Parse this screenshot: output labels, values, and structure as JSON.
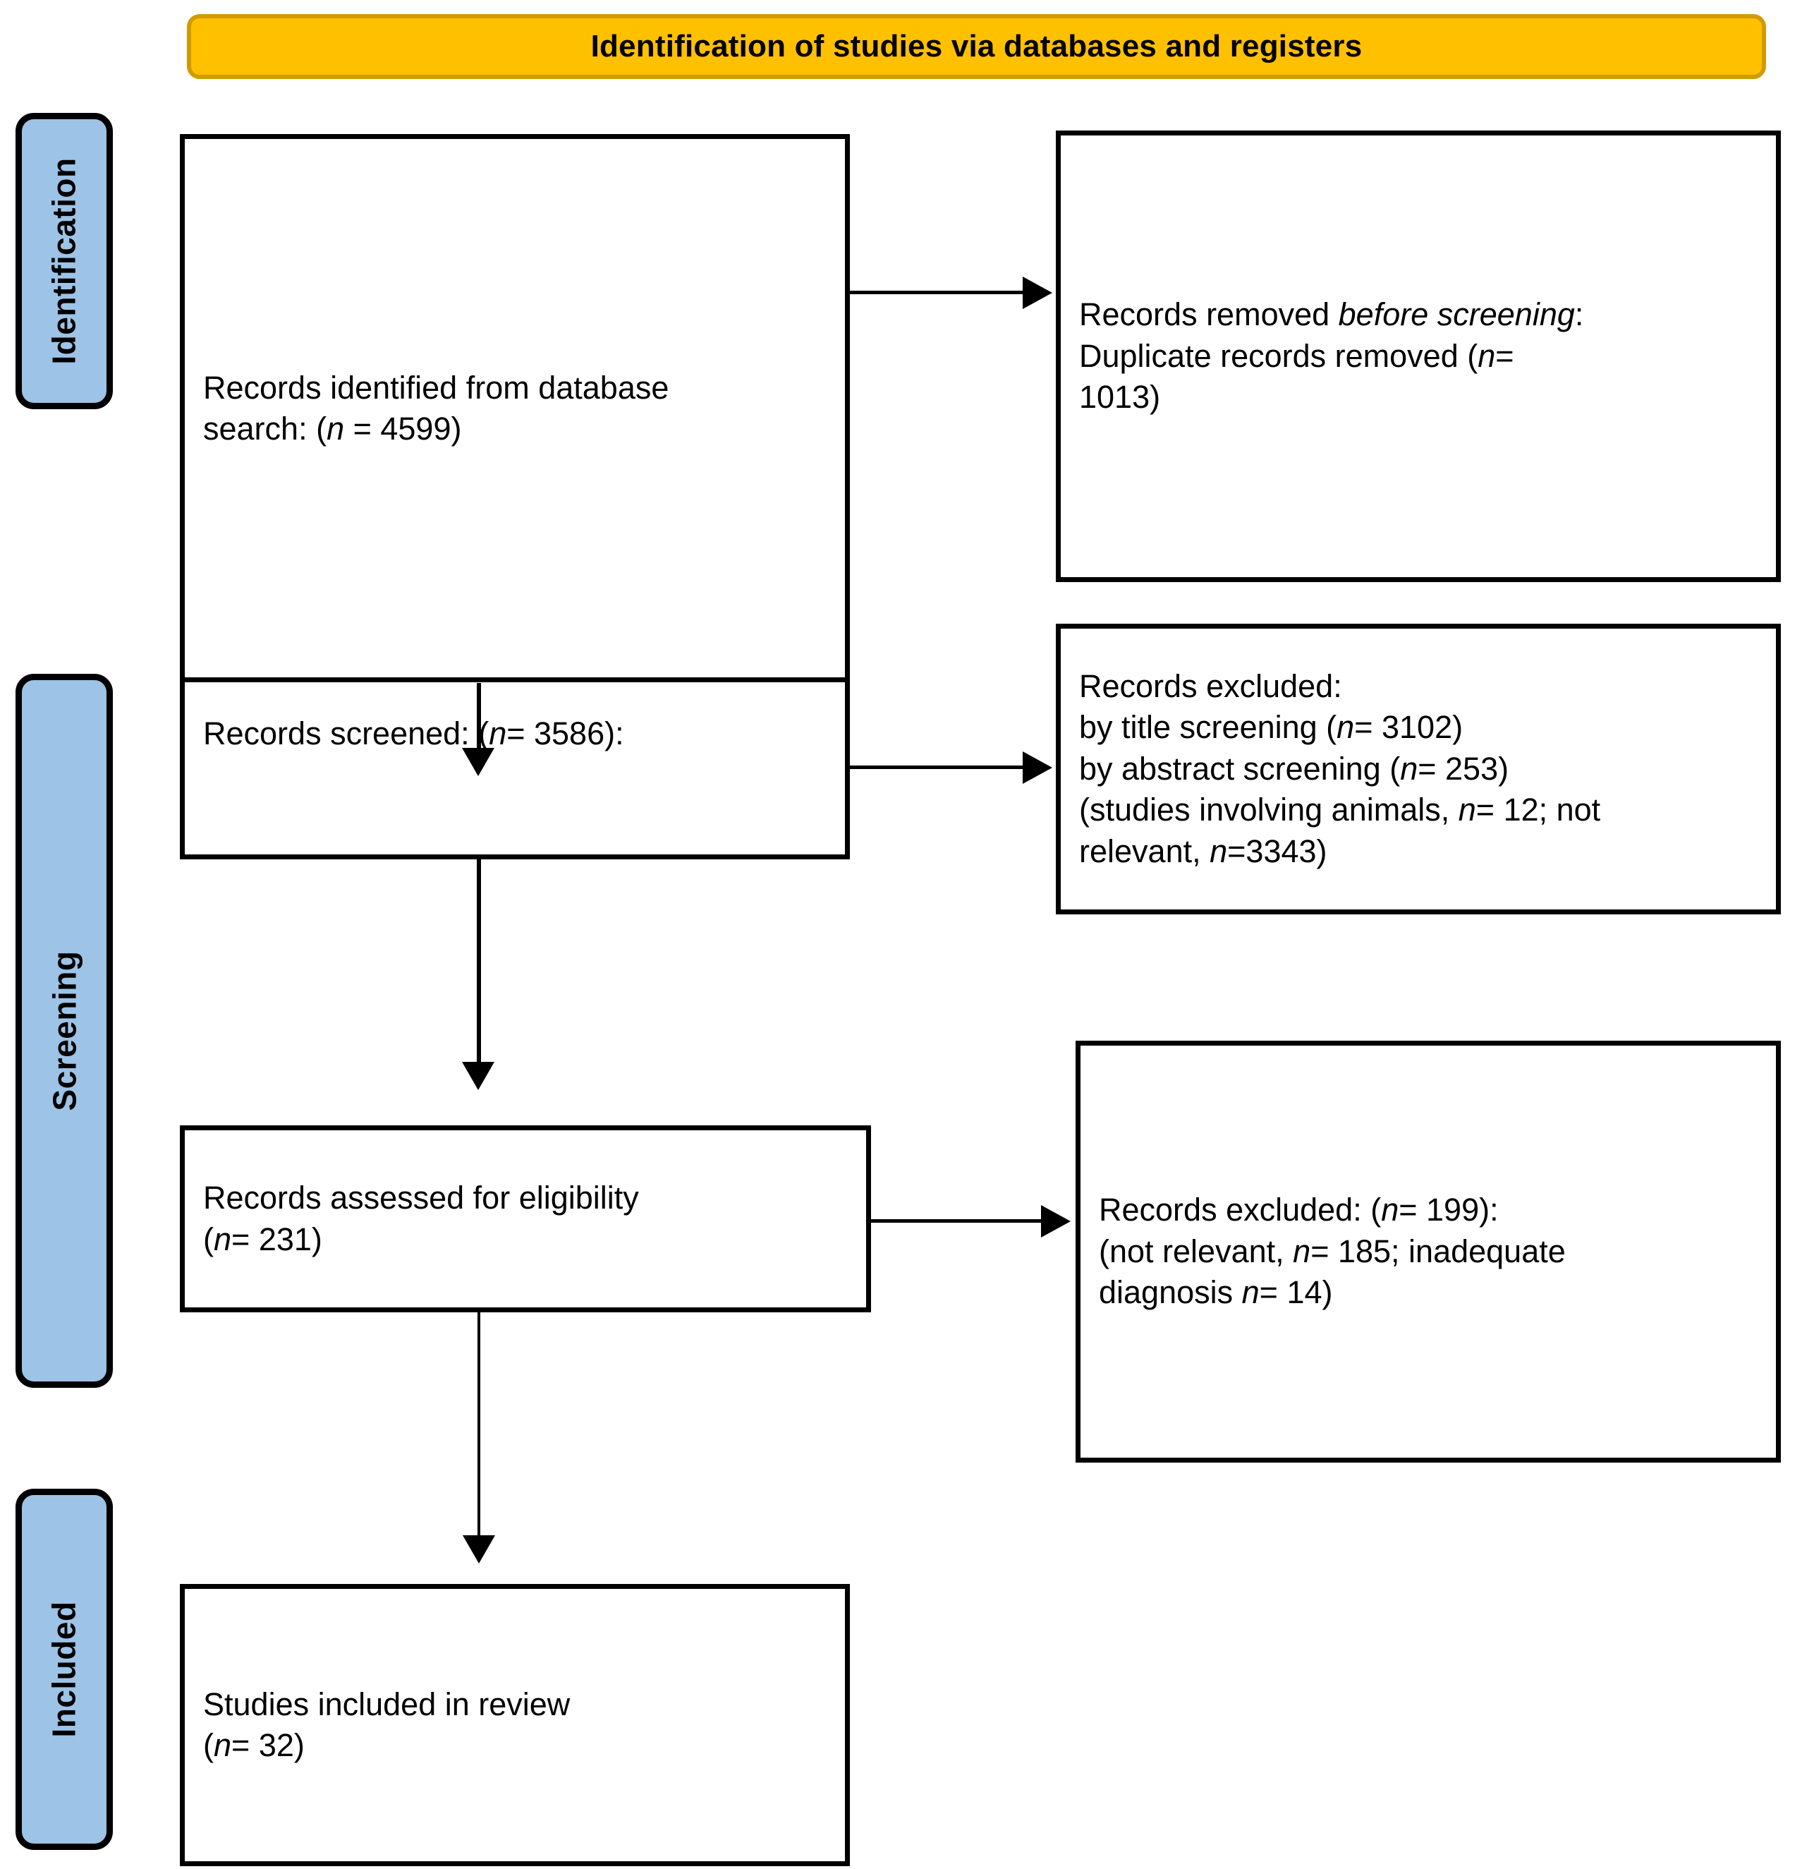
{
  "banner": {
    "title": "Identification of studies via databases and registers",
    "fill_color": "#FFC000",
    "border_color": "#D29A00"
  },
  "phases": {
    "fill_color": "#9DC3E6",
    "items": [
      {
        "id": "identification",
        "label": "Identification"
      },
      {
        "id": "screening",
        "label": "Screening"
      },
      {
        "id": "included",
        "label": "Included"
      }
    ]
  },
  "nodes": {
    "identified": {
      "line1": "Records identified from database",
      "line2_pre": "search: (",
      "line2_italic": "n",
      "line2_post": " = 4599)"
    },
    "removed": {
      "line1_pre": "Records removed ",
      "line1_italic": "before screening",
      "line1_post": ":",
      "line2_pre": "Duplicate records removed (",
      "line2_italic": "n",
      "line2_post": "=",
      "line3": "1013)"
    },
    "screened": {
      "pre": "Records screened: (",
      "italic": "n",
      "post": "= 3586):"
    },
    "excluded_screening": {
      "line1": "Records excluded:",
      "line2_pre": "by title screening (",
      "line2_italic": "n",
      "line2_post": "= 3102)",
      "line3_pre": "by abstract screening (",
      "line3_italic": "n",
      "line3_post": "= 253)",
      "line4_pre": "(studies involving animals, ",
      "line4_italic": "n",
      "line4_post": "= 12; not",
      "line5_pre": "relevant, ",
      "line5_italic": "n",
      "line5_post": "=3343)"
    },
    "assessed": {
      "line1": "Records assessed for eligibility",
      "line2_pre": "(",
      "line2_italic": "n",
      "line2_post": "= 231)"
    },
    "excluded_eligibility": {
      "line1_pre": "Records excluded: (",
      "line1_italic": "n",
      "line1_post": "= 199):",
      "line2_pre": "(not relevant, ",
      "line2_italic": "n",
      "line2_post": "= 185; inadequate",
      "line3_pre": "diagnosis ",
      "line3_italic": "n",
      "line3_post": "= 14)"
    },
    "included": {
      "line1": "Studies included in review",
      "line2_pre": "(",
      "line2_italic": "n",
      "line2_post": "= 32)"
    }
  },
  "chart_data": {
    "type": "diagram",
    "title": "Identification of studies via databases and registers",
    "flow": [
      {
        "stage": "Records identified from database search",
        "n": 4599,
        "phase": "Identification"
      },
      {
        "stage": "Duplicate records removed before screening",
        "n": 1013,
        "phase": "Identification",
        "branch": "excluded"
      },
      {
        "stage": "Records screened",
        "n": 3586,
        "phase": "Screening"
      },
      {
        "stage": "Records excluded by title screening",
        "n": 3102,
        "phase": "Screening",
        "branch": "excluded"
      },
      {
        "stage": "Records excluded by abstract screening",
        "n": 253,
        "phase": "Screening",
        "branch": "excluded"
      },
      {
        "stage": "Studies involving animals",
        "n": 12,
        "phase": "Screening",
        "branch": "excluded-detail"
      },
      {
        "stage": "Not relevant",
        "n": 3343,
        "phase": "Screening",
        "branch": "excluded-detail"
      },
      {
        "stage": "Records assessed for eligibility",
        "n": 231,
        "phase": "Screening"
      },
      {
        "stage": "Records excluded",
        "n": 199,
        "phase": "Screening",
        "branch": "excluded"
      },
      {
        "stage": "Not relevant",
        "n": 185,
        "phase": "Screening",
        "branch": "excluded-detail"
      },
      {
        "stage": "Inadequate diagnosis",
        "n": 14,
        "phase": "Screening",
        "branch": "excluded-detail"
      },
      {
        "stage": "Studies included in review",
        "n": 32,
        "phase": "Included"
      }
    ]
  }
}
